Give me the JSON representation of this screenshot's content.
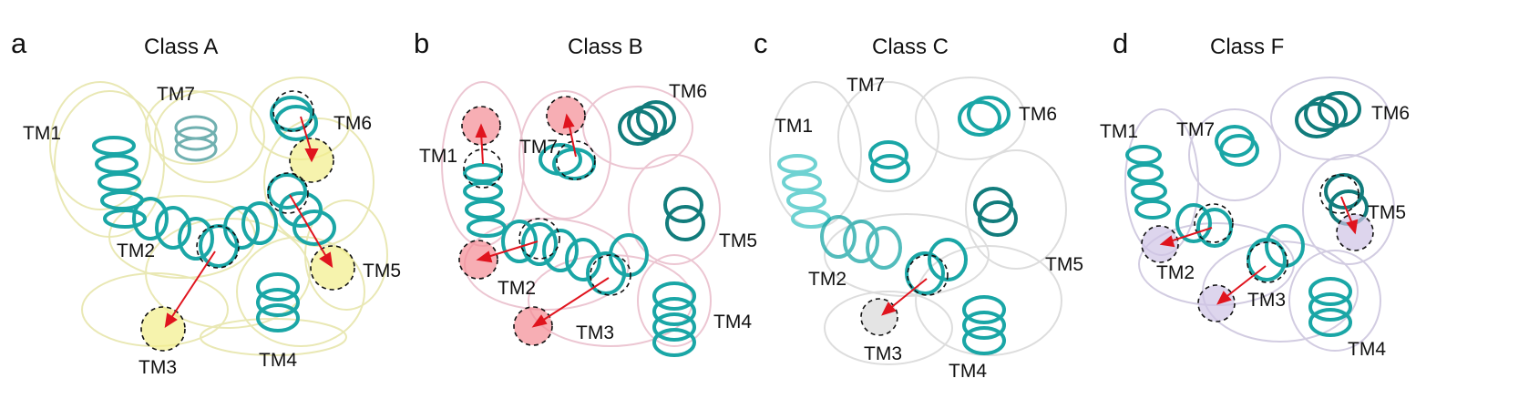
{
  "colors": {
    "helix": "#1aa6a6",
    "helix_dark": "#127c7c",
    "helix_light": "#6fd2d2",
    "arrow": "#e0141e",
    "classA_bg": "#e6e4a8",
    "classB_bg": "#e6b4c4",
    "classC_bg": "#cfcfcf",
    "classF_bg": "#c4bcd8",
    "classA_fill": "#f2ee8a",
    "classB_fill": "#f48c94",
    "classC_fill": "#d8d8d8",
    "classF_fill": "#cfc3e6"
  },
  "panels": [
    {
      "letter": "a",
      "title": "Class A",
      "labels": [
        "TM1",
        "TM7",
        "TM6",
        "TM2",
        "TM5",
        "TM3",
        "TM4"
      ]
    },
    {
      "letter": "b",
      "title": "Class B",
      "labels": [
        "TM6",
        "TM1",
        "TM7",
        "TM5",
        "TM2",
        "TM4",
        "TM3"
      ]
    },
    {
      "letter": "c",
      "title": "Class C",
      "labels": [
        "TM7",
        "TM6",
        "TM1",
        "TM5",
        "TM2",
        "TM3",
        "TM4"
      ]
    },
    {
      "letter": "d",
      "title": "Class F",
      "labels": [
        "TM1",
        "TM7",
        "TM6",
        "TM5",
        "TM2",
        "TM3",
        "TM4"
      ]
    }
  ]
}
